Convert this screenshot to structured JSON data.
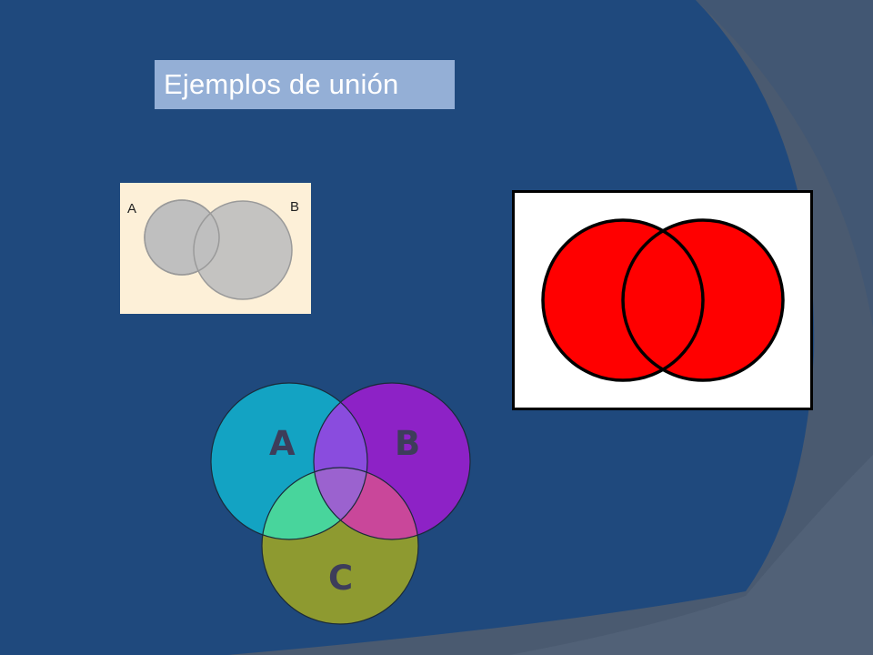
{
  "slide": {
    "title": "Ejemplos de unión"
  },
  "diagrams": {
    "gray_venn": {
      "label_a": "A",
      "label_b": "B",
      "background_color": "#fdf0d8",
      "circle_color": "#bfbfbf"
    },
    "red_venn": {
      "background_color": "#ffffff",
      "circle_color": "#ff0000",
      "outline_color": "#000000"
    },
    "three_set_venn": {
      "label_a": "A",
      "label_b": "B",
      "label_c": "C",
      "color_a": "#13a3c3",
      "color_b": "#8d22c6",
      "color_c": "#8e9a30"
    }
  }
}
